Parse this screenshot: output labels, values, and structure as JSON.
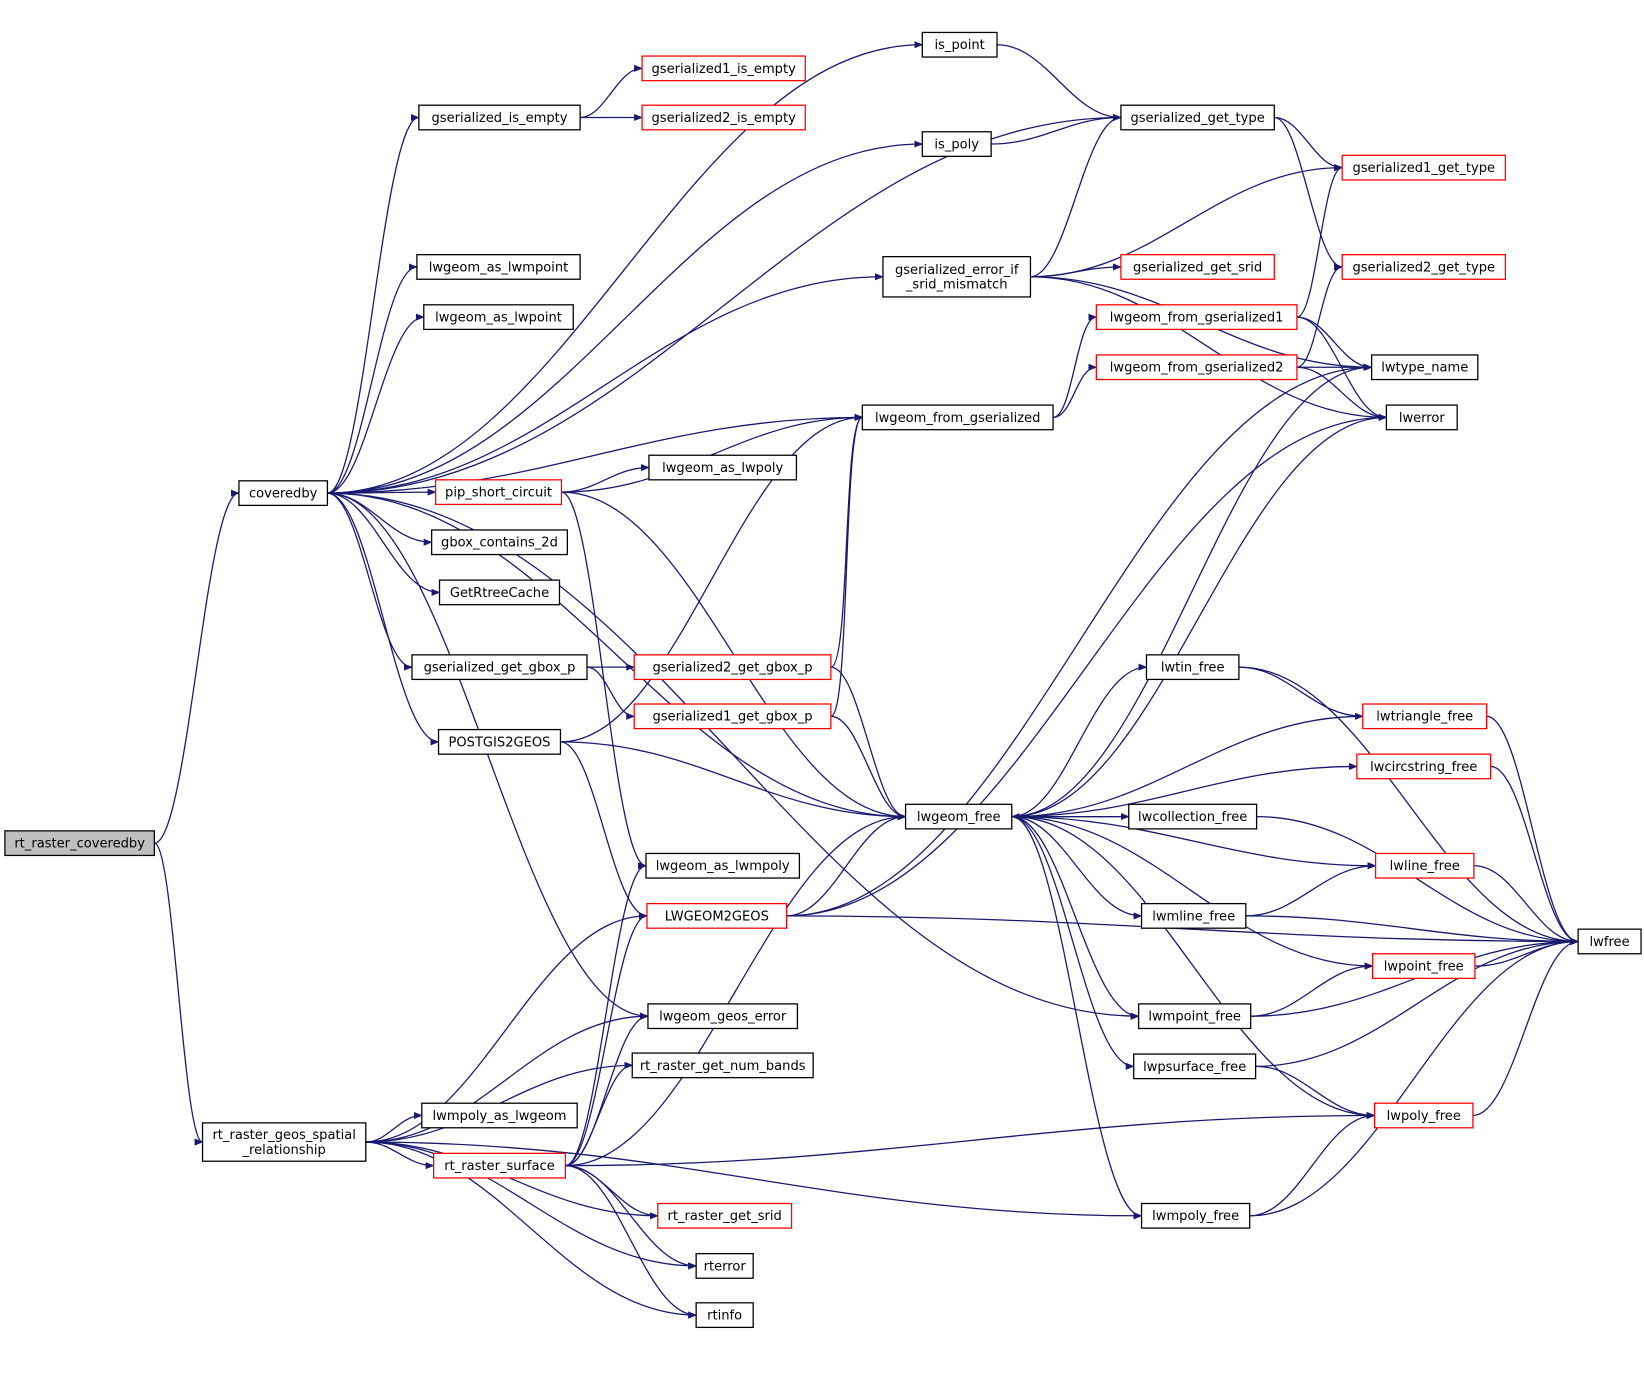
{
  "colors": {
    "edge": "#191970",
    "node_border_plain": "#000000",
    "node_border_linked": "#ff0000",
    "node_fill_root": "#bfbfbf",
    "node_fill": "#ffffff"
  },
  "nodes": [
    {
      "id": "rt_raster_coveredby",
      "lines": [
        "rt_raster_coveredby"
      ],
      "style": "root"
    },
    {
      "id": "coveredby",
      "lines": [
        "coveredby"
      ],
      "style": "plain"
    },
    {
      "id": "rt_raster_geos_spatial_relationship",
      "lines": [
        "rt_raster_geos_spatial",
        "_relationship"
      ],
      "style": "plain"
    },
    {
      "id": "is_point",
      "lines": [
        "is_point"
      ],
      "style": "plain"
    },
    {
      "id": "gserialized1_is_empty",
      "lines": [
        "gserialized1_is_empty"
      ],
      "style": "red"
    },
    {
      "id": "gserialized_is_empty",
      "lines": [
        "gserialized_is_empty"
      ],
      "style": "plain"
    },
    {
      "id": "gserialized2_is_empty",
      "lines": [
        "gserialized2_is_empty"
      ],
      "style": "red"
    },
    {
      "id": "gserialized_get_type",
      "lines": [
        "gserialized_get_type"
      ],
      "style": "plain"
    },
    {
      "id": "is_poly",
      "lines": [
        "is_poly"
      ],
      "style": "plain"
    },
    {
      "id": "gserialized1_get_type",
      "lines": [
        "gserialized1_get_type"
      ],
      "style": "red"
    },
    {
      "id": "lwgeom_as_lwmpoint",
      "lines": [
        "lwgeom_as_lwmpoint"
      ],
      "style": "plain"
    },
    {
      "id": "gserialized_error_if_srid_mismatch",
      "lines": [
        "gserialized_error_if",
        "_srid_mismatch"
      ],
      "style": "plain"
    },
    {
      "id": "gserialized_get_srid",
      "lines": [
        "gserialized_get_srid"
      ],
      "style": "red"
    },
    {
      "id": "gserialized2_get_type",
      "lines": [
        "gserialized2_get_type"
      ],
      "style": "red"
    },
    {
      "id": "lwgeom_as_lwpoint",
      "lines": [
        "lwgeom_as_lwpoint"
      ],
      "style": "plain"
    },
    {
      "id": "lwgeom_from_gserialized1",
      "lines": [
        "lwgeom_from_gserialized1"
      ],
      "style": "red"
    },
    {
      "id": "lwgeom_from_gserialized2",
      "lines": [
        "lwgeom_from_gserialized2"
      ],
      "style": "red"
    },
    {
      "id": "lwtype_name",
      "lines": [
        "lwtype_name"
      ],
      "style": "plain"
    },
    {
      "id": "lwgeom_from_gserialized",
      "lines": [
        "lwgeom_from_gserialized"
      ],
      "style": "plain"
    },
    {
      "id": "lwerror",
      "lines": [
        "lwerror"
      ],
      "style": "plain"
    },
    {
      "id": "lwgeom_as_lwpoly",
      "lines": [
        "lwgeom_as_lwpoly"
      ],
      "style": "plain"
    },
    {
      "id": "pip_short_circuit",
      "lines": [
        "pip_short_circuit"
      ],
      "style": "red"
    },
    {
      "id": "gbox_contains_2d",
      "lines": [
        "gbox_contains_2d"
      ],
      "style": "plain"
    },
    {
      "id": "GetRtreeCache",
      "lines": [
        "GetRtreeCache"
      ],
      "style": "plain"
    },
    {
      "id": "lwtin_free",
      "lines": [
        "lwtin_free"
      ],
      "style": "plain"
    },
    {
      "id": "gserialized_get_gbox_p",
      "lines": [
        "gserialized_get_gbox_p"
      ],
      "style": "plain"
    },
    {
      "id": "gserialized2_get_gbox_p",
      "lines": [
        "gserialized2_get_gbox_p"
      ],
      "style": "red"
    },
    {
      "id": "gserialized1_get_gbox_p",
      "lines": [
        "gserialized1_get_gbox_p"
      ],
      "style": "red"
    },
    {
      "id": "lwtriangle_free",
      "lines": [
        "lwtriangle_free"
      ],
      "style": "red"
    },
    {
      "id": "POSTGIS2GEOS",
      "lines": [
        "POSTGIS2GEOS"
      ],
      "style": "plain"
    },
    {
      "id": "lwcircstring_free",
      "lines": [
        "lwcircstring_free"
      ],
      "style": "red"
    },
    {
      "id": "lwgeom_free",
      "lines": [
        "lwgeom_free"
      ],
      "style": "plain"
    },
    {
      "id": "lwcollection_free",
      "lines": [
        "lwcollection_free"
      ],
      "style": "plain"
    },
    {
      "id": "lwgeom_as_lwmpoly",
      "lines": [
        "lwgeom_as_lwmpoly"
      ],
      "style": "plain"
    },
    {
      "id": "lwline_free",
      "lines": [
        "lwline_free"
      ],
      "style": "red"
    },
    {
      "id": "LWGEOM2GEOS",
      "lines": [
        "LWGEOM2GEOS"
      ],
      "style": "red"
    },
    {
      "id": "lwmline_free",
      "lines": [
        "lwmline_free"
      ],
      "style": "plain"
    },
    {
      "id": "lwfree",
      "lines": [
        "lwfree"
      ],
      "style": "plain"
    },
    {
      "id": "lwpoint_free",
      "lines": [
        "lwpoint_free"
      ],
      "style": "red"
    },
    {
      "id": "lwgeom_geos_error",
      "lines": [
        "lwgeom_geos_error"
      ],
      "style": "plain"
    },
    {
      "id": "lwmpoint_free",
      "lines": [
        "lwmpoint_free"
      ],
      "style": "plain"
    },
    {
      "id": "rt_raster_get_num_bands",
      "lines": [
        "rt_raster_get_num_bands"
      ],
      "style": "plain"
    },
    {
      "id": "lwpsurface_free",
      "lines": [
        "lwpsurface_free"
      ],
      "style": "plain"
    },
    {
      "id": "lwmpoly_as_lwgeom",
      "lines": [
        "lwmpoly_as_lwgeom"
      ],
      "style": "plain"
    },
    {
      "id": "lwpoly_free",
      "lines": [
        "lwpoly_free"
      ],
      "style": "red"
    },
    {
      "id": "rt_raster_surface",
      "lines": [
        "rt_raster_surface"
      ],
      "style": "red"
    },
    {
      "id": "rt_raster_get_srid",
      "lines": [
        "rt_raster_get_srid"
      ],
      "style": "red"
    },
    {
      "id": "lwmpoly_free",
      "lines": [
        "lwmpoly_free"
      ],
      "style": "plain"
    },
    {
      "id": "rterror",
      "lines": [
        "rterror"
      ],
      "style": "plain"
    },
    {
      "id": "rtinfo",
      "lines": [
        "rtinfo"
      ],
      "style": "plain"
    }
  ],
  "edges": [
    [
      "rt_raster_coveredby",
      "coveredby"
    ],
    [
      "rt_raster_coveredby",
      "rt_raster_geos_spatial_relationship"
    ],
    [
      "coveredby",
      "is_point"
    ],
    [
      "coveredby",
      "gserialized_is_empty"
    ],
    [
      "coveredby",
      "is_poly"
    ],
    [
      "coveredby",
      "gserialized_get_type"
    ],
    [
      "coveredby",
      "lwgeom_as_lwmpoint"
    ],
    [
      "coveredby",
      "lwgeom_as_lwpoint"
    ],
    [
      "coveredby",
      "gserialized_error_if_srid_mismatch"
    ],
    [
      "coveredby",
      "lwgeom_from_gserialized"
    ],
    [
      "coveredby",
      "pip_short_circuit"
    ],
    [
      "coveredby",
      "gbox_contains_2d"
    ],
    [
      "coveredby",
      "GetRtreeCache"
    ],
    [
      "coveredby",
      "gserialized_get_gbox_p"
    ],
    [
      "coveredby",
      "POSTGIS2GEOS"
    ],
    [
      "coveredby",
      "lwgeom_free"
    ],
    [
      "coveredby",
      "lwgeom_geos_error"
    ],
    [
      "coveredby",
      "lwmpoint_free"
    ],
    [
      "gserialized_is_empty",
      "gserialized1_is_empty"
    ],
    [
      "gserialized_is_empty",
      "gserialized2_is_empty"
    ],
    [
      "is_point",
      "gserialized_get_type"
    ],
    [
      "is_poly",
      "gserialized_get_type"
    ],
    [
      "gserialized_get_type",
      "gserialized1_get_type"
    ],
    [
      "gserialized_get_type",
      "gserialized2_get_type"
    ],
    [
      "gserialized_error_if_srid_mismatch",
      "gserialized_get_type"
    ],
    [
      "gserialized_error_if_srid_mismatch",
      "gserialized1_get_type"
    ],
    [
      "gserialized_error_if_srid_mismatch",
      "gserialized_get_srid"
    ],
    [
      "gserialized_error_if_srid_mismatch",
      "lwtype_name"
    ],
    [
      "gserialized_error_if_srid_mismatch",
      "lwerror"
    ],
    [
      "lwgeom_from_gserialized",
      "lwgeom_from_gserialized1"
    ],
    [
      "lwgeom_from_gserialized",
      "lwgeom_from_gserialized2"
    ],
    [
      "lwgeom_from_gserialized1",
      "gserialized1_get_type"
    ],
    [
      "lwgeom_from_gserialized1",
      "lwtype_name"
    ],
    [
      "lwgeom_from_gserialized1",
      "lwerror"
    ],
    [
      "lwgeom_from_gserialized2",
      "gserialized2_get_type"
    ],
    [
      "lwgeom_from_gserialized2",
      "lwtype_name"
    ],
    [
      "lwgeom_from_gserialized2",
      "lwerror"
    ],
    [
      "pip_short_circuit",
      "lwgeom_as_lwpoly"
    ],
    [
      "pip_short_circuit",
      "lwgeom_from_gserialized"
    ],
    [
      "pip_short_circuit",
      "lwgeom_as_lwmpoly"
    ],
    [
      "pip_short_circuit",
      "lwgeom_free"
    ],
    [
      "gserialized_get_gbox_p",
      "gserialized2_get_gbox_p"
    ],
    [
      "gserialized_get_gbox_p",
      "gserialized1_get_gbox_p"
    ],
    [
      "gserialized2_get_gbox_p",
      "lwgeom_from_gserialized"
    ],
    [
      "gserialized2_get_gbox_p",
      "lwgeom_free"
    ],
    [
      "gserialized1_get_gbox_p",
      "lwgeom_from_gserialized"
    ],
    [
      "gserialized1_get_gbox_p",
      "lwgeom_free"
    ],
    [
      "POSTGIS2GEOS",
      "lwgeom_from_gserialized"
    ],
    [
      "POSTGIS2GEOS",
      "lwgeom_free"
    ],
    [
      "POSTGIS2GEOS",
      "LWGEOM2GEOS"
    ],
    [
      "LWGEOM2GEOS",
      "lwgeom_free"
    ],
    [
      "LWGEOM2GEOS",
      "lwtype_name"
    ],
    [
      "LWGEOM2GEOS",
      "lwerror"
    ],
    [
      "LWGEOM2GEOS",
      "lwfree"
    ],
    [
      "lwgeom_free",
      "lwtin_free"
    ],
    [
      "lwgeom_free",
      "lwtriangle_free"
    ],
    [
      "lwgeom_free",
      "lwcircstring_free"
    ],
    [
      "lwgeom_free",
      "lwcollection_free"
    ],
    [
      "lwgeom_free",
      "lwline_free"
    ],
    [
      "lwgeom_free",
      "lwmline_free"
    ],
    [
      "lwgeom_free",
      "lwpoint_free"
    ],
    [
      "lwgeom_free",
      "lwmpoint_free"
    ],
    [
      "lwgeom_free",
      "lwpsurface_free"
    ],
    [
      "lwgeom_free",
      "lwpoly_free"
    ],
    [
      "lwgeom_free",
      "lwmpoly_free"
    ],
    [
      "lwgeom_free",
      "lwtype_name"
    ],
    [
      "lwgeom_free",
      "lwerror"
    ],
    [
      "lwcollection_free",
      "lwgeom_free"
    ],
    [
      "lwcollection_free",
      "lwfree"
    ],
    [
      "lwtin_free",
      "lwtriangle_free"
    ],
    [
      "lwtin_free",
      "lwfree"
    ],
    [
      "lwtriangle_free",
      "lwfree"
    ],
    [
      "lwcircstring_free",
      "lwfree"
    ],
    [
      "lwline_free",
      "lwfree"
    ],
    [
      "lwmline_free",
      "lwline_free"
    ],
    [
      "lwmline_free",
      "lwfree"
    ],
    [
      "lwpoint_free",
      "lwfree"
    ],
    [
      "lwmpoint_free",
      "lwpoint_free"
    ],
    [
      "lwmpoint_free",
      "lwfree"
    ],
    [
      "lwpsurface_free",
      "lwpoly_free"
    ],
    [
      "lwpsurface_free",
      "lwfree"
    ],
    [
      "lwpoly_free",
      "lwfree"
    ],
    [
      "lwmpoly_free",
      "lwpoly_free"
    ],
    [
      "lwmpoly_free",
      "lwfree"
    ],
    [
      "rt_raster_geos_spatial_relationship",
      "LWGEOM2GEOS"
    ],
    [
      "rt_raster_geos_spatial_relationship",
      "lwgeom_geos_error"
    ],
    [
      "rt_raster_geos_spatial_relationship",
      "rt_raster_get_num_bands"
    ],
    [
      "rt_raster_geos_spatial_relationship",
      "lwmpoly_as_lwgeom"
    ],
    [
      "rt_raster_geos_spatial_relationship",
      "rt_raster_surface"
    ],
    [
      "rt_raster_geos_spatial_relationship",
      "rt_raster_get_srid"
    ],
    [
      "rt_raster_geos_spatial_relationship",
      "rterror"
    ],
    [
      "rt_raster_geos_spatial_relationship",
      "rtinfo"
    ],
    [
      "rt_raster_geos_spatial_relationship",
      "lwmpoly_free"
    ],
    [
      "rt_raster_surface",
      "lwgeom_as_lwmpoly"
    ],
    [
      "rt_raster_surface",
      "LWGEOM2GEOS"
    ],
    [
      "rt_raster_surface",
      "lwgeom_geos_error"
    ],
    [
      "rt_raster_surface",
      "rt_raster_get_num_bands"
    ],
    [
      "rt_raster_surface",
      "lwgeom_free"
    ],
    [
      "rt_raster_surface",
      "lwpoly_free"
    ],
    [
      "rt_raster_surface",
      "rt_raster_get_srid"
    ],
    [
      "rt_raster_surface",
      "rterror"
    ],
    [
      "rt_raster_surface",
      "rtinfo"
    ]
  ]
}
